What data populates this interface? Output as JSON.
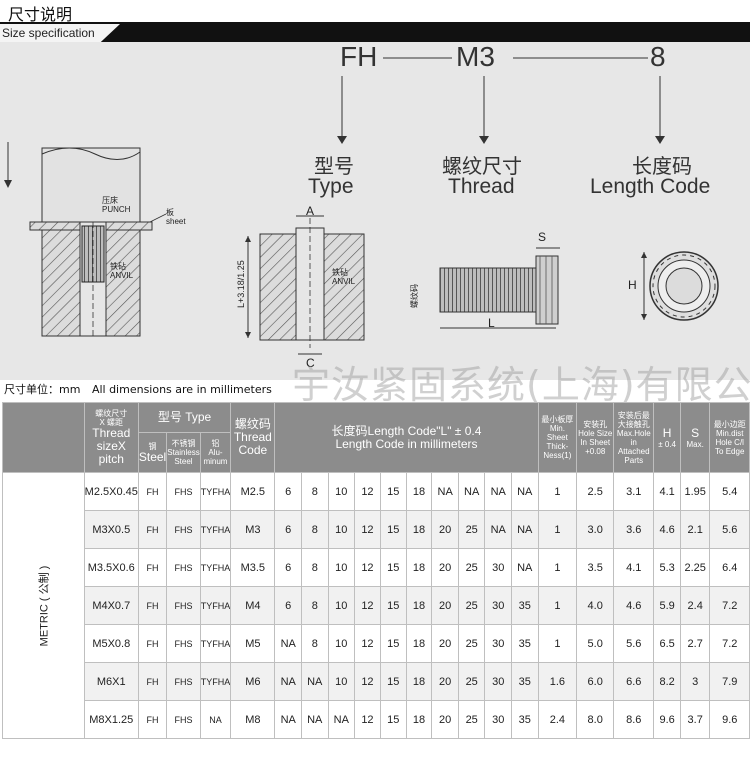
{
  "title": {
    "cn": "尺寸说明",
    "en": "Size specification"
  },
  "code": {
    "prefix": "FH",
    "thread": "M3",
    "length": "8"
  },
  "captions": {
    "type_cn": "型号",
    "type_en": "Type",
    "thread_cn": "螺纹尺寸",
    "thread_en": "Thread",
    "length_cn": "长度码",
    "length_en": "Length Code"
  },
  "diagram1": {
    "punch_cn": "压床",
    "punch_en": "PUNCH",
    "sheet_cn": "板",
    "sheet_en": "sheet",
    "anvil_cn": "铁砧",
    "anvil_en": "ANVIL"
  },
  "diagram2": {
    "a": "A",
    "c": "C",
    "l": "L+3.18/1.25",
    "anvil_cn": "铁砧",
    "anvil_en": "ANVIL"
  },
  "diagram3": {
    "s": "S",
    "l": "L",
    "side_cn": "螺纹码"
  },
  "diagram4": {
    "h": "H"
  },
  "units": {
    "cn": "尺寸单位：mm",
    "en": "All dimensions are in millimeters"
  },
  "watermark": "宇汝紧固系统(上海)有限公司",
  "table": {
    "metric_label": "METRIC ( 公制 )",
    "headers": {
      "thread_size": [
        "螺纹尺寸",
        "X 螺距",
        "Thread",
        "sizeX",
        "pitch"
      ],
      "type": "型号  Type",
      "steel": [
        "钢",
        "Steel"
      ],
      "stainless": [
        "不锈钢",
        "Stainless",
        "Steel"
      ],
      "aluminum": [
        "铝",
        "Alu-",
        "minum"
      ],
      "thread_code": [
        "螺纹码",
        "Thread",
        "Code"
      ],
      "length_code": [
        "长度码Length Code\"L\" ± 0.4",
        "Length Code in millimeters"
      ],
      "min_sheet": [
        "最小板厚",
        "Min.",
        "Sheet",
        "Thick-",
        "Ness(1)"
      ],
      "hole_size": [
        "安装孔",
        "Hole Size",
        "In Sheet",
        "+0.08"
      ],
      "max_hole": [
        "安装后最",
        "大接触孔",
        "Max.Hole",
        "in",
        "Attached",
        "Parts"
      ],
      "h": [
        "H",
        "± 0.4"
      ],
      "s": [
        "S",
        "Max."
      ],
      "min_edge": [
        "最小边距",
        "Min.dist",
        "Hole C/l",
        "To Edge"
      ]
    },
    "rows": [
      {
        "size": "M2.5X0.45",
        "steel": "FH",
        "stainless": "FHS",
        "aluminum": "TYFHA",
        "code": "M2.5",
        "lengths": [
          "6",
          "8",
          "10",
          "12",
          "15",
          "18",
          "NA",
          "NA",
          "NA",
          "NA"
        ],
        "min_sheet": "1",
        "hole": "2.5",
        "max_hole": "3.1",
        "h": "4.1",
        "s": "1.95",
        "edge": "5.4"
      },
      {
        "size": "M3X0.5",
        "steel": "FH",
        "stainless": "FHS",
        "aluminum": "TYFHA",
        "code": "M3",
        "lengths": [
          "6",
          "8",
          "10",
          "12",
          "15",
          "18",
          "20",
          "25",
          "NA",
          "NA"
        ],
        "min_sheet": "1",
        "hole": "3.0",
        "max_hole": "3.6",
        "h": "4.6",
        "s": "2.1",
        "edge": "5.6"
      },
      {
        "size": "M3.5X0.6",
        "steel": "FH",
        "stainless": "FHS",
        "aluminum": "TYFHA",
        "code": "M3.5",
        "lengths": [
          "6",
          "8",
          "10",
          "12",
          "15",
          "18",
          "20",
          "25",
          "30",
          "NA"
        ],
        "min_sheet": "1",
        "hole": "3.5",
        "max_hole": "4.1",
        "h": "5.3",
        "s": "2.25",
        "edge": "6.4"
      },
      {
        "size": "M4X0.7",
        "steel": "FH",
        "stainless": "FHS",
        "aluminum": "TYFHA",
        "code": "M4",
        "lengths": [
          "6",
          "8",
          "10",
          "12",
          "15",
          "18",
          "20",
          "25",
          "30",
          "35"
        ],
        "min_sheet": "1",
        "hole": "4.0",
        "max_hole": "4.6",
        "h": "5.9",
        "s": "2.4",
        "edge": "7.2"
      },
      {
        "size": "M5X0.8",
        "steel": "FH",
        "stainless": "FHS",
        "aluminum": "TYFHA",
        "code": "M5",
        "lengths": [
          "NA",
          "8",
          "10",
          "12",
          "15",
          "18",
          "20",
          "25",
          "30",
          "35"
        ],
        "min_sheet": "1",
        "hole": "5.0",
        "max_hole": "5.6",
        "h": "6.5",
        "s": "2.7",
        "edge": "7.2"
      },
      {
        "size": "M6X1",
        "steel": "FH",
        "stainless": "FHS",
        "aluminum": "TYFHA",
        "code": "M6",
        "lengths": [
          "NA",
          "NA",
          "10",
          "12",
          "15",
          "18",
          "20",
          "25",
          "30",
          "35"
        ],
        "min_sheet": "1.6",
        "hole": "6.0",
        "max_hole": "6.6",
        "h": "8.2",
        "s": "3",
        "edge": "7.9"
      },
      {
        "size": "M8X1.25",
        "steel": "FH",
        "stainless": "FHS",
        "aluminum": "NA",
        "code": "M8",
        "lengths": [
          "NA",
          "NA",
          "NA",
          "12",
          "15",
          "18",
          "20",
          "25",
          "30",
          "35"
        ],
        "min_sheet": "2.4",
        "hole": "8.0",
        "max_hole": "8.6",
        "h": "9.6",
        "s": "3.7",
        "edge": "9.6"
      }
    ]
  }
}
